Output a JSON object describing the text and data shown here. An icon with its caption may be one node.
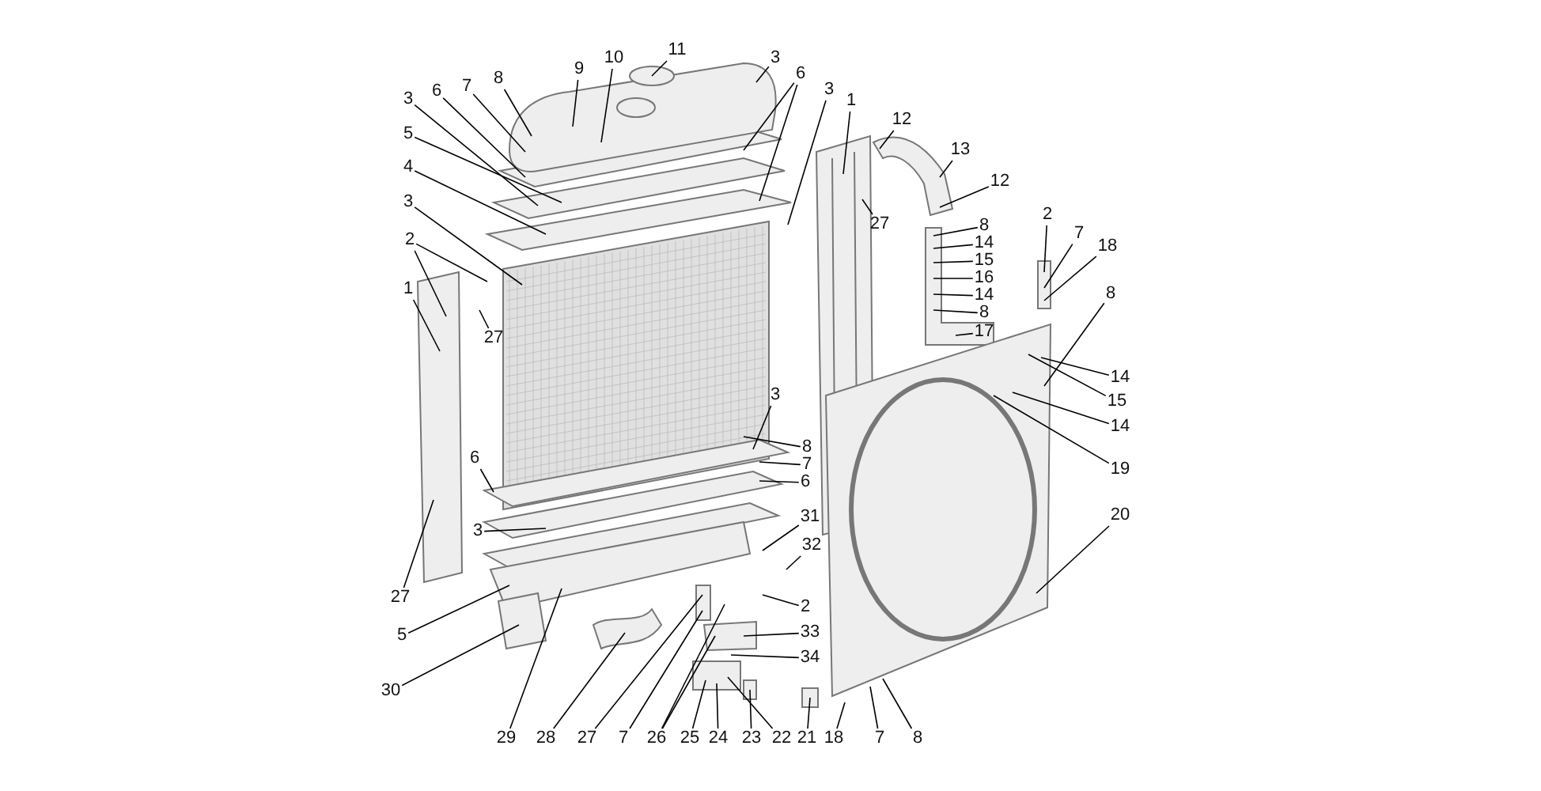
{
  "diagram": {
    "nodes": [
      {
        "text": [
          "8"
        ]
      },
      {
        "text": [
          "7"
        ]
      },
      {
        "text": [
          "6"
        ]
      },
      {
        "text": [
          "3"
        ]
      },
      {
        "text": [
          "9"
        ]
      },
      {
        "text": [
          "10"
        ]
      },
      {
        "text": [
          "11"
        ]
      },
      {
        "text": [
          "5"
        ]
      },
      {
        "text": [
          "4"
        ]
      },
      {
        "text": [
          "3"
        ]
      },
      {
        "text": [
          "2"
        ]
      },
      {
        "text": [
          "1"
        ]
      },
      {
        "text": [
          "27"
        ]
      },
      {
        "text": [
          "3"
        ]
      },
      {
        "text": [
          "6"
        ]
      },
      {
        "text": [
          "3"
        ]
      },
      {
        "text": [
          "1"
        ]
      },
      {
        "text": [
          "12"
        ]
      },
      {
        "text": [
          "13"
        ]
      },
      {
        "text": [
          "12"
        ]
      },
      {
        "text": [
          "27"
        ]
      },
      {
        "text": [
          "8"
        ]
      },
      {
        "text": [
          "14"
        ]
      },
      {
        "text": [
          "15"
        ]
      },
      {
        "text": [
          "16"
        ]
      },
      {
        "text": [
          "14"
        ]
      },
      {
        "text": [
          "8"
        ]
      },
      {
        "text": [
          "17"
        ]
      },
      {
        "text": [
          "2"
        ]
      },
      {
        "text": [
          "7"
        ]
      },
      {
        "text": [
          "18"
        ]
      },
      {
        "text": [
          "8"
        ]
      },
      {
        "text": [
          "14"
        ]
      },
      {
        "text": [
          "15"
        ]
      },
      {
        "text": [
          "14"
        ]
      },
      {
        "text": [
          "19"
        ]
      },
      {
        "text": [
          "20"
        ]
      },
      {
        "text": [
          "3"
        ]
      },
      {
        "text": [
          "8"
        ]
      },
      {
        "text": [
          "7"
        ]
      },
      {
        "text": [
          "6"
        ]
      },
      {
        "text": [
          "6"
        ]
      },
      {
        "text": [
          "3"
        ]
      },
      {
        "text": [
          "31"
        ]
      },
      {
        "text": [
          "32"
        ]
      },
      {
        "text": [
          "2"
        ]
      },
      {
        "text": [
          "33"
        ]
      },
      {
        "text": [
          "34"
        ]
      },
      {
        "text": [
          "27"
        ]
      },
      {
        "text": [
          "5"
        ]
      },
      {
        "text": [
          "30"
        ]
      },
      {
        "text": [
          "29"
        ]
      },
      {
        "text": [
          "28"
        ]
      },
      {
        "text": [
          "27"
        ]
      },
      {
        "text": [
          "7"
        ]
      },
      {
        "text": [
          "26"
        ]
      },
      {
        "text": [
          "25"
        ]
      },
      {
        "text": [
          "24"
        ]
      },
      {
        "text": [
          "23"
        ]
      },
      {
        "text": [
          "22"
        ]
      },
      {
        "text": [
          "21"
        ]
      },
      {
        "text": [
          "18"
        ]
      },
      {
        "text": [
          "7"
        ]
      },
      {
        "text": [
          "8"
        ]
      }
    ],
    "edges": [
      {
        "from": 0,
        "to": null,
        "arrow": "none"
      },
      {
        "from": 1,
        "to": null,
        "arrow": "none"
      },
      {
        "from": 2,
        "to": null,
        "arrow": "none"
      },
      {
        "from": 3,
        "to": null,
        "arrow": "none"
      },
      {
        "from": 4,
        "to": null,
        "arrow": "none"
      },
      {
        "from": 5,
        "to": null,
        "arrow": "none"
      },
      {
        "from": 6,
        "to": null,
        "arrow": "none"
      },
      {
        "from": 7,
        "to": null,
        "arrow": "none"
      },
      {
        "from": 8,
        "to": null,
        "arrow": "none"
      },
      {
        "from": 9,
        "to": null,
        "arrow": "none"
      },
      {
        "from": 10,
        "to": null,
        "arrow": "none"
      },
      {
        "from": 10,
        "to": null,
        "arrow": "none"
      },
      {
        "from": 11,
        "to": null,
        "arrow": "none"
      },
      {
        "from": 12,
        "to": null,
        "arrow": "none"
      },
      {
        "from": 13,
        "to": null,
        "arrow": "none"
      },
      {
        "from": 14,
        "to": null,
        "arrow": "none"
      },
      {
        "from": 14,
        "to": null,
        "arrow": "none"
      },
      {
        "from": 15,
        "to": null,
        "arrow": "none"
      },
      {
        "from": 16,
        "to": null,
        "arrow": "none"
      },
      {
        "from": 17,
        "to": null,
        "arrow": "none"
      },
      {
        "from": 18,
        "to": null,
        "arrow": "none"
      },
      {
        "from": 19,
        "to": null,
        "arrow": "none"
      },
      {
        "from": 20,
        "to": null,
        "arrow": "none"
      },
      {
        "from": 21,
        "to": null,
        "arrow": "none"
      },
      {
        "from": 22,
        "to": null,
        "arrow": "none"
      },
      {
        "from": 23,
        "to": null,
        "arrow": "none"
      },
      {
        "from": 24,
        "to": null,
        "arrow": "none"
      },
      {
        "from": 25,
        "to": null,
        "arrow": "none"
      },
      {
        "from": 26,
        "to": null,
        "arrow": "none"
      },
      {
        "from": 27,
        "to": null,
        "arrow": "none"
      },
      {
        "from": 28,
        "to": null,
        "arrow": "none"
      },
      {
        "from": 29,
        "to": null,
        "arrow": "none"
      },
      {
        "from": 30,
        "to": null,
        "arrow": "none"
      },
      {
        "from": 31,
        "to": null,
        "arrow": "none"
      },
      {
        "from": 32,
        "to": null,
        "arrow": "none"
      },
      {
        "from": 33,
        "to": null,
        "arrow": "none"
      },
      {
        "from": 34,
        "to": null,
        "arrow": "none"
      },
      {
        "from": 35,
        "to": null,
        "arrow": "none"
      },
      {
        "from": 36,
        "to": null,
        "arrow": "none"
      },
      {
        "from": 37,
        "to": null,
        "arrow": "none"
      },
      {
        "from": 38,
        "to": null,
        "arrow": "none"
      },
      {
        "from": 39,
        "to": null,
        "arrow": "none"
      },
      {
        "from": 40,
        "to": null,
        "arrow": "none"
      },
      {
        "from": 41,
        "to": null,
        "arrow": "none"
      },
      {
        "from": 42,
        "to": null,
        "arrow": "none"
      },
      {
        "from": 43,
        "to": null,
        "arrow": "none"
      },
      {
        "from": 44,
        "to": null,
        "arrow": "none"
      },
      {
        "from": 45,
        "to": null,
        "arrow": "none"
      },
      {
        "from": 46,
        "to": null,
        "arrow": "none"
      },
      {
        "from": 47,
        "to": null,
        "arrow": "none"
      },
      {
        "from": 48,
        "to": null,
        "arrow": "none"
      },
      {
        "from": 49,
        "to": null,
        "arrow": "none"
      },
      {
        "from": 50,
        "to": null,
        "arrow": "none"
      },
      {
        "from": 51,
        "to": null,
        "arrow": "none"
      },
      {
        "from": 52,
        "to": null,
        "arrow": "none"
      },
      {
        "from": 53,
        "to": null,
        "arrow": "none"
      },
      {
        "from": 54,
        "to": null,
        "arrow": "none"
      },
      {
        "from": 55,
        "to": null,
        "arrow": "none"
      },
      {
        "from": 55,
        "to": null,
        "arrow": "none"
      },
      {
        "from": 56,
        "to": null,
        "arrow": "none"
      },
      {
        "from": 57,
        "to": null,
        "arrow": "none"
      },
      {
        "from": 58,
        "to": null,
        "arrow": "none"
      },
      {
        "from": 59,
        "to": null,
        "arrow": "none"
      },
      {
        "from": 60,
        "to": null,
        "arrow": "none"
      },
      {
        "from": 61,
        "to": null,
        "arrow": "none"
      },
      {
        "from": 62,
        "to": null,
        "arrow": "none"
      },
      {
        "from": 63,
        "to": null,
        "arrow": "none"
      }
    ]
  }
}
